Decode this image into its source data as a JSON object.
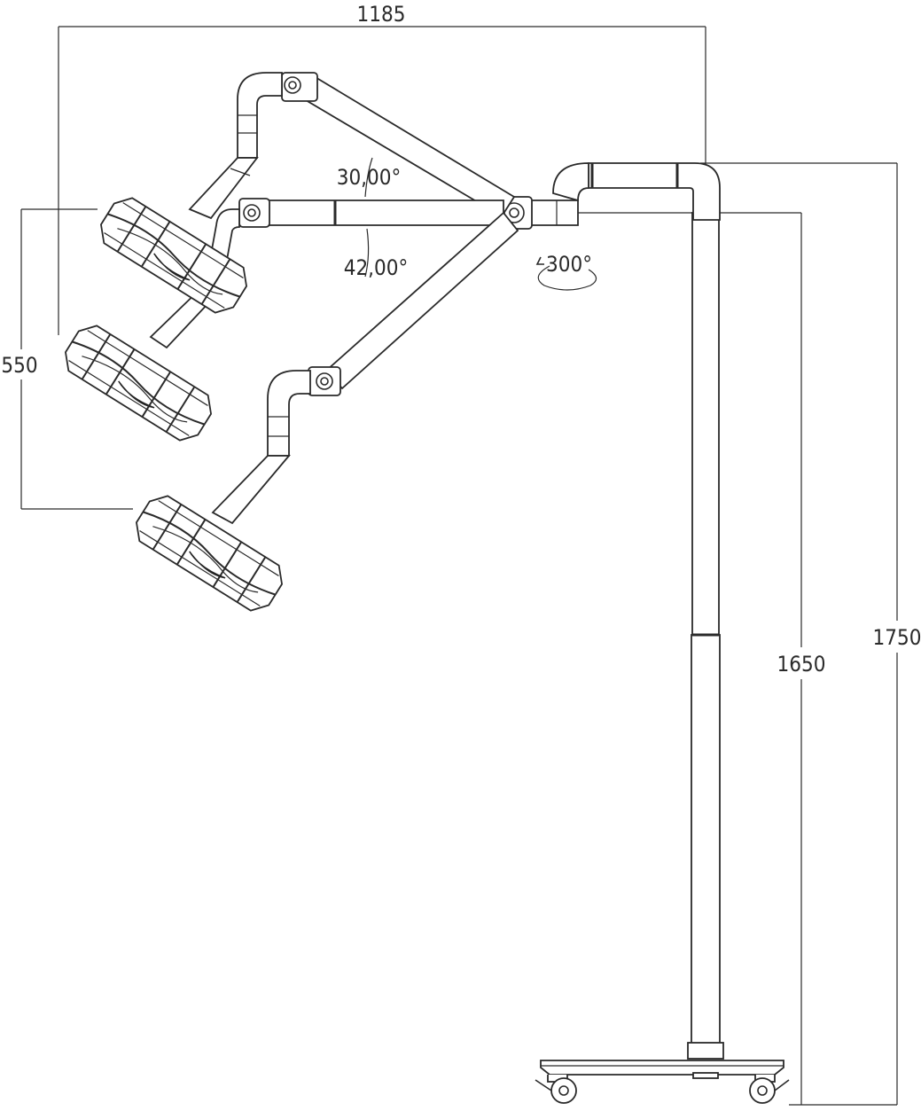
{
  "drawing": {
    "dimensions": {
      "width": "1185",
      "height_total": "1750",
      "height_arm": "1650",
      "head_spread": "550"
    },
    "angles": {
      "upper": "30,00°",
      "lower": "42,00°",
      "rotation": "300°"
    }
  }
}
